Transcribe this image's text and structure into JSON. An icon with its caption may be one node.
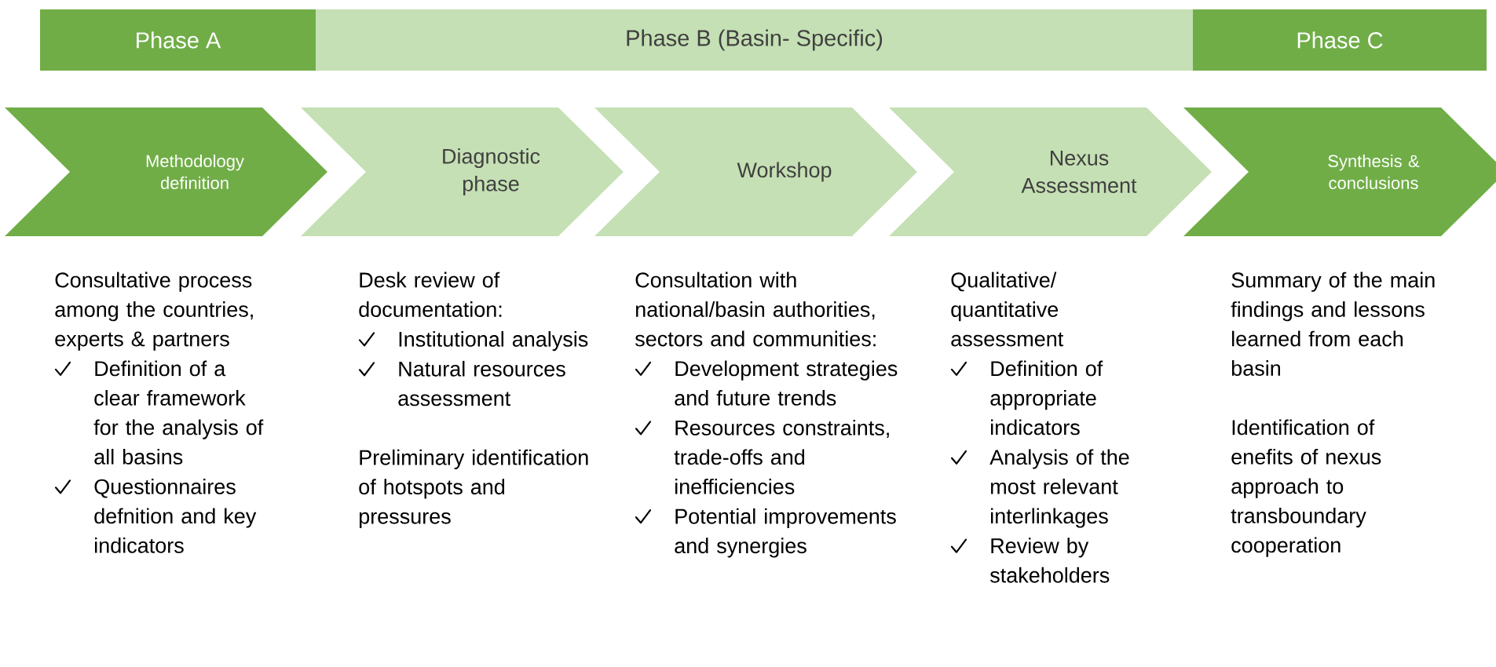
{
  "diagram": {
    "nodes": [
      {
        "text": [
          "Phase A"
        ]
      },
      {
        "text": [
          "Phase B (Basin- Specific)"
        ]
      },
      {
        "text": [
          "Phase C"
        ]
      },
      {
        "text": [
          "Methodology definition"
        ],
        "beside": [
          "Consultative process among the countries, experts & partners",
          "Definition of a clear framework for the analysis of all basins",
          "Questionnaires defnition and key indicators"
        ]
      },
      {
        "text": [
          "Diagnostic phase"
        ],
        "beside": [
          "Desk review of documentation:",
          "Institutional analysis",
          "Natural resources assessment",
          "Preliminary identification of hotspots and pressures"
        ]
      },
      {
        "text": [
          "Workshop"
        ],
        "beside": [
          "Consultation with national/basin authorities, sectors and communities:",
          "Development strategies and future trends",
          "Resources constraints, trade-offs and inefficiencies",
          "Potential improvements and synergies"
        ]
      },
      {
        "text": [
          "Nexus Assessment"
        ],
        "beside": [
          "Qualitative/ quantitative assessment",
          "Definition of appropriate indicators",
          "Analysis of the most relevant interlinkages",
          "Review by stakeholders"
        ]
      },
      {
        "text": [
          "Synthesis & conclusions"
        ],
        "beside": [
          "Summary of the main findings and lessons learned from each basin",
          "Identification of enefits of nexus approach to transboundary cooperation"
        ]
      }
    ]
  }
}
